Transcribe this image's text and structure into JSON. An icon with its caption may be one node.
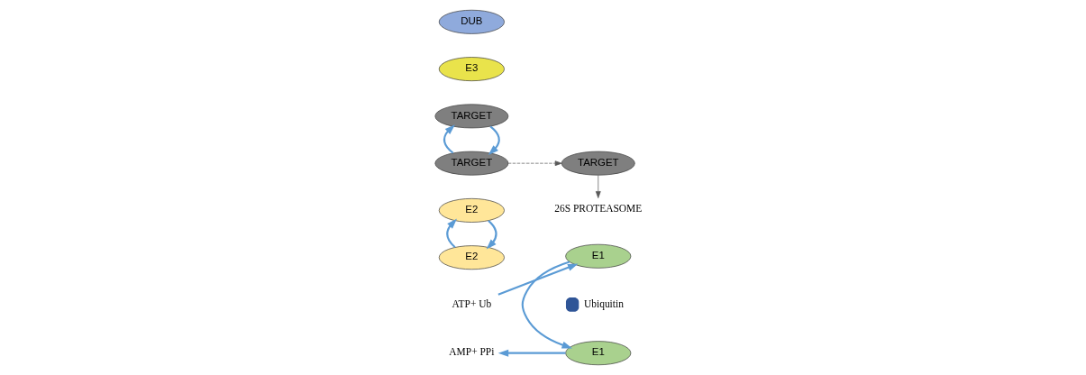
{
  "diagram": {
    "nodes": [
      {
        "text": [
          "AMP+ PPi"
        ]
      },
      {
        "text": [
          "ATP+ Ub"
        ]
      },
      {
        "text": [
          "E1"
        ]
      },
      {
        "text": [
          "E1"
        ]
      },
      {
        "text": [
          "E2"
        ]
      },
      {
        "text": [
          "E2"
        ]
      },
      {
        "text": [
          "TARGET"
        ]
      },
      {
        "text": [
          "E3"
        ]
      },
      {
        "text": [
          "DUB"
        ]
      },
      {
        "text": [
          "TARGET"
        ]
      },
      {
        "text": [
          "TARGET"
        ]
      },
      {
        "text": [
          "26S PROTEASOME"
        ]
      }
    ],
    "edges": [
      {
        "from": 1,
        "to": 2,
        "arrow": "to"
      },
      {
        "from": 3,
        "to": 0,
        "arrow": "to"
      },
      {
        "from": 2,
        "to": 3,
        "arrow": "to"
      },
      {
        "from": 5,
        "to": 4,
        "arrow": "to"
      },
      {
        "from": 4,
        "to": 5,
        "arrow": "to"
      },
      {
        "from": 9,
        "to": 6,
        "arrow": "to"
      },
      {
        "from": 6,
        "to": 9,
        "arrow": "to"
      },
      {
        "from": 6,
        "to": 10,
        "arrow": "to",
        "style": "dashed",
        "color": "#595959"
      },
      {
        "from": 10,
        "to": 11,
        "arrow": "to",
        "color": "#595959"
      }
    ],
    "legend": [
      {
        "text": "Ubiquitin",
        "color": "#2f5597"
      }
    ]
  }
}
